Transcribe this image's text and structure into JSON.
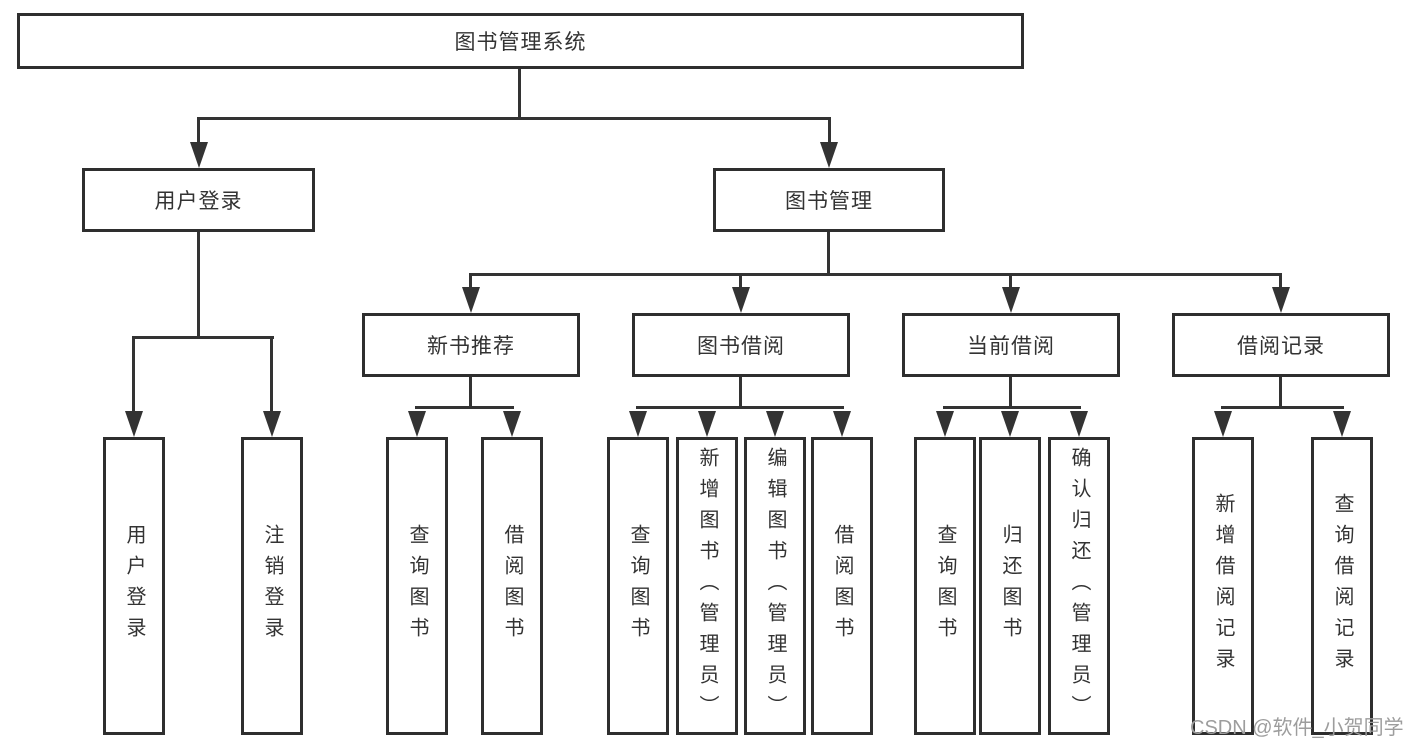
{
  "diagram": {
    "root": {
      "label": "图书管理系统"
    },
    "branches": [
      {
        "label": "用户登录",
        "children": [
          {
            "label": "用户登录"
          },
          {
            "label": "注销登录"
          }
        ]
      },
      {
        "label": "图书管理",
        "children": [
          {
            "label": "新书推荐",
            "children": [
              {
                "label": "查询图书"
              },
              {
                "label": "借阅图书"
              }
            ]
          },
          {
            "label": "图书借阅",
            "children": [
              {
                "label": "查询图书"
              },
              {
                "label": "新增图书（管理员）"
              },
              {
                "label": "编辑图书（管理员）"
              },
              {
                "label": "借阅图书"
              }
            ]
          },
          {
            "label": "当前借阅",
            "children": [
              {
                "label": "查询图书"
              },
              {
                "label": "归还图书"
              },
              {
                "label": "确认归还（管理员）"
              }
            ]
          },
          {
            "label": "借阅记录",
            "children": [
              {
                "label": "新增借阅记录"
              },
              {
                "label": "查询借阅记录"
              }
            ]
          }
        ]
      }
    ]
  },
  "watermark": {
    "text": "CSDN @软件_小贺同学"
  },
  "colors": {
    "line": "#333333",
    "border": "#2e2e2e",
    "text": "#333333",
    "watermark_text": "#9d9d9d",
    "background": "#ffffff"
  }
}
